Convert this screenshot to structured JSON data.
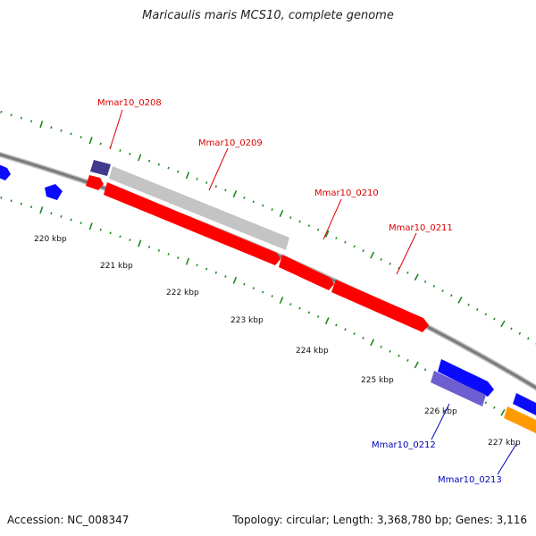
{
  "title": "Maricaulis maris MCS10, complete genome",
  "footer": {
    "accession": "Accession: NC_008347",
    "summary": "Topology: circular; Length: 3,368,780 bp; Genes: 3,116"
  },
  "colors": {
    "backbone": "#7a7a7a",
    "tick": "#1e8a1e",
    "red_gene": "#ff0000",
    "gray_gene": "#c4c4c4",
    "navy_gene": "#3f3a8c",
    "blue_gene": "#0a0aff",
    "purple_gene": "#6d5fd0",
    "orange_gene": "#ff9a00",
    "red_label": "#dd0000",
    "blue_label": "#0000bb"
  },
  "chart_data": {
    "type": "genome-map",
    "kbp_labels": [
      "220 kbp",
      "221 kbp",
      "222 kbp",
      "223 kbp",
      "224 kbp",
      "225 kbp",
      "226 kbp",
      "227 kbp"
    ],
    "gene_labels": [
      {
        "name": "Mmar10_0208",
        "color": "red_label"
      },
      {
        "name": "Mmar10_0209",
        "color": "red_label"
      },
      {
        "name": "Mmar10_0210",
        "color": "red_label"
      },
      {
        "name": "Mmar10_0211",
        "color": "red_label"
      },
      {
        "name": "Mmar10_0212",
        "color": "blue_label"
      },
      {
        "name": "Mmar10_0213",
        "color": "blue_label"
      }
    ]
  }
}
